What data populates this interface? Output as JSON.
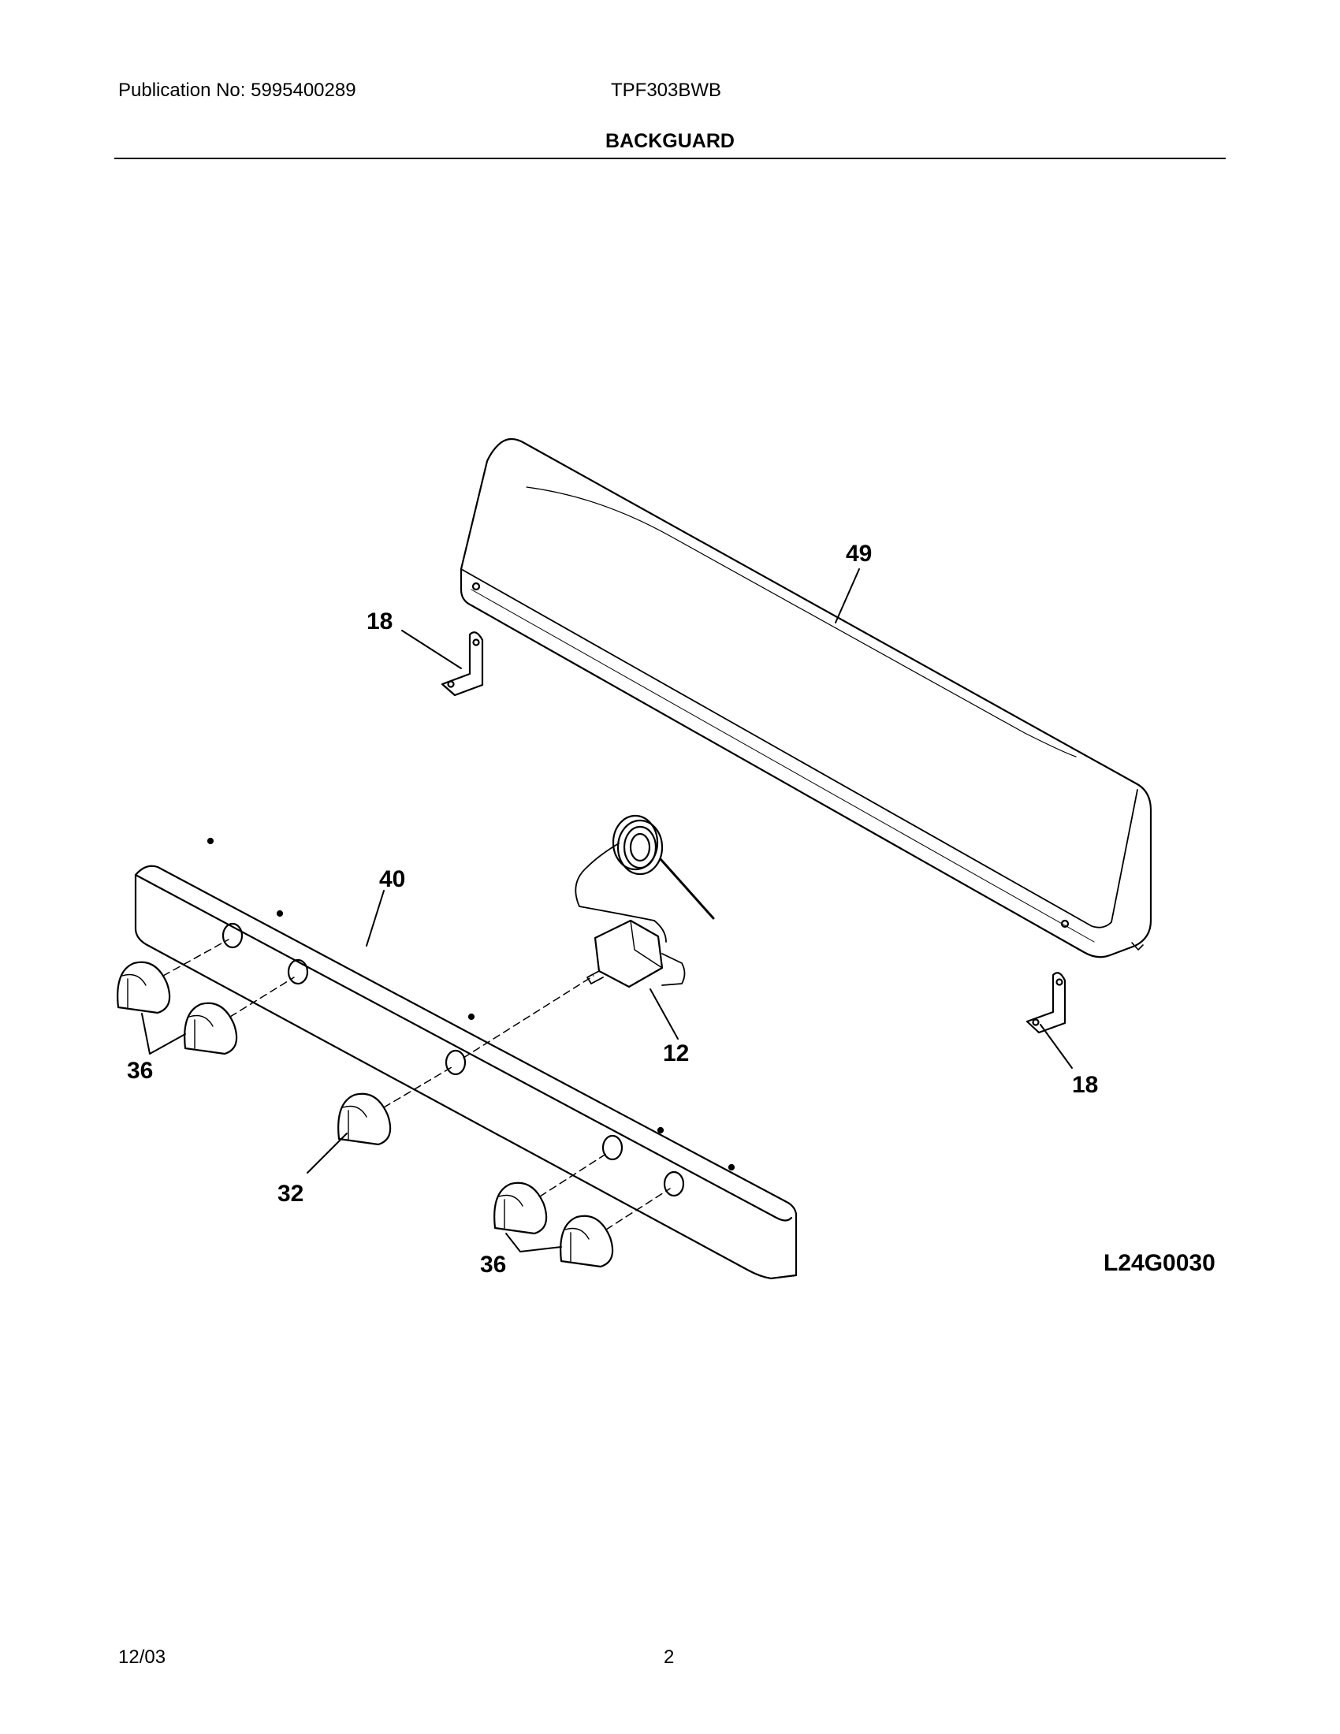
{
  "header": {
    "publication": "Publication No: 5995400289",
    "model": "TPF303BWB",
    "title": "BACKGUARD"
  },
  "diagram": {
    "code": "L24G0030",
    "callouts": {
      "backguard": "49",
      "bracket_left": "18",
      "bracket_right": "18",
      "control_panel": "40",
      "thermostat": "12",
      "knob_left_pair": "36",
      "knob_center": "32",
      "knob_right_pair": "36"
    }
  },
  "footer": {
    "date": "12/03",
    "page": "2"
  }
}
